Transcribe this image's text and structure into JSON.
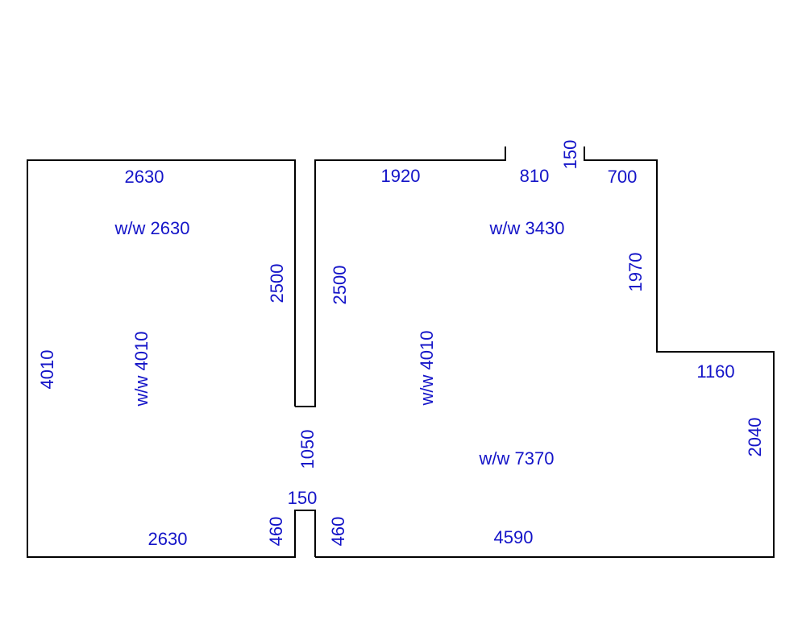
{
  "colors": {
    "wall": "#000000",
    "label": "#1414c8",
    "background": "#ffffff"
  },
  "left_room": {
    "top_length": "2630",
    "bottom_length": "2630",
    "left_height": "4010",
    "right_wall_upper": "2500",
    "right_wall_lower": "460",
    "wall_to_wall_width": "w/w 2630",
    "wall_to_wall_depth": "w/w 4010"
  },
  "right_room": {
    "top_left_segment": "1920",
    "top_opening": "810",
    "opening_return": "150",
    "top_right_segment": "700",
    "step_vertical": "1970",
    "step_horizontal": "1160",
    "right_height": "2040",
    "bottom_length": "4590",
    "left_wall_upper": "2500",
    "left_wall_lower": "460",
    "wall_to_wall_width_top": "w/w 3430",
    "wall_to_wall_depth": "w/w 4010",
    "wall_to_wall_width_bottom": "w/w 7370"
  },
  "partition": {
    "doorway": "1050",
    "thickness": "150"
  }
}
